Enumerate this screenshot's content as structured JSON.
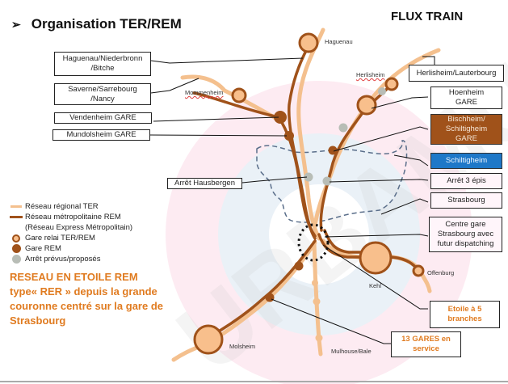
{
  "header": {
    "bullet": "➢",
    "title": "Organisation TER/REM",
    "right_title": "FLUX TRAIN"
  },
  "colors": {
    "ter_line": "#f4c08e",
    "rem_line": "#a0521a",
    "relay_station_fill": "#f8bf8c",
    "planned_stop": "#b8bdb6",
    "accent_orange": "#e07b20",
    "brown_box": "#a0521a",
    "blue_box": "#1e78c8",
    "boundary_dash": "#5a6e8a",
    "ring_pink": "#fde8f0",
    "ring_blue": "#e8f0f6"
  },
  "callouts_left": [
    {
      "id": "haguenau-niederbronn",
      "lines": [
        "Haguenau/Niederbronn",
        "/Bitche"
      ]
    },
    {
      "id": "saverne-sarrebourg",
      "lines": [
        "Saverne/Sarrebourg",
        "/Nancy"
      ]
    },
    {
      "id": "vendenheim",
      "lines": [
        "Vendenheim GARE"
      ]
    },
    {
      "id": "mundolsheim",
      "lines": [
        "Mundolsheim GARE"
      ]
    },
    {
      "id": "hausbergen",
      "lines": [
        "Arrêt Hausbergen"
      ]
    }
  ],
  "callouts_right": [
    {
      "id": "herlisheim-lauterbourg",
      "lines": [
        "Herlisheim/Lauterbourg"
      ]
    },
    {
      "id": "hoenheim",
      "lines": [
        "Hoenheim",
        "GARE"
      ]
    },
    {
      "id": "bischheim",
      "lines": [
        "Bischheim/",
        "Schiltigheim",
        "GARE"
      ]
    },
    {
      "id": "schiltigheim",
      "lines": [
        "Schiltigheim"
      ]
    },
    {
      "id": "arret-3-epis",
      "lines": [
        "Arrêt 3 épis"
      ]
    },
    {
      "id": "strasbourg",
      "lines": [
        "Strasbourg"
      ]
    },
    {
      "id": "centre-gare",
      "lines": [
        "Centre gare",
        "Strasbourg avec",
        "futur dispatching"
      ]
    },
    {
      "id": "etoile-5",
      "lines": [
        "Etoile à 5",
        "branches"
      ]
    },
    {
      "id": "gares-13",
      "lines": [
        "13 GARES en",
        "service"
      ]
    }
  ],
  "map_labels": {
    "haguenau": "Haguenau",
    "mommenheim": "Mommenheim",
    "herlisheim": "Herlisheim",
    "offenburg": "Offenburg",
    "kehl": "Kehl",
    "molsheim": "Molsheim",
    "mulhouse": "Mulhouse/Bale"
  },
  "legend": {
    "items": [
      {
        "icon": "ter-line-swatch",
        "label": "Réseau régional TER"
      },
      {
        "icon": "rem-line-swatch",
        "label": "Réseau métropolitaine REM"
      },
      {
        "icon": "",
        "label": "(Réseau Express Métropolitain)"
      },
      {
        "icon": "relay-station-swatch",
        "label": "Gare relai TER/REM"
      },
      {
        "icon": "rem-station-swatch",
        "label": "Gare REM"
      },
      {
        "icon": "planned-stop-swatch",
        "label": "Arrêt prévus/proposés"
      }
    ]
  },
  "summary": {
    "lines": [
      "RESEAU EN ETOILE REM",
      "type« RER » depuis la grande",
      "couronne centré sur la gare de",
      "Strasbourg"
    ]
  },
  "watermark": "URBAMU"
}
